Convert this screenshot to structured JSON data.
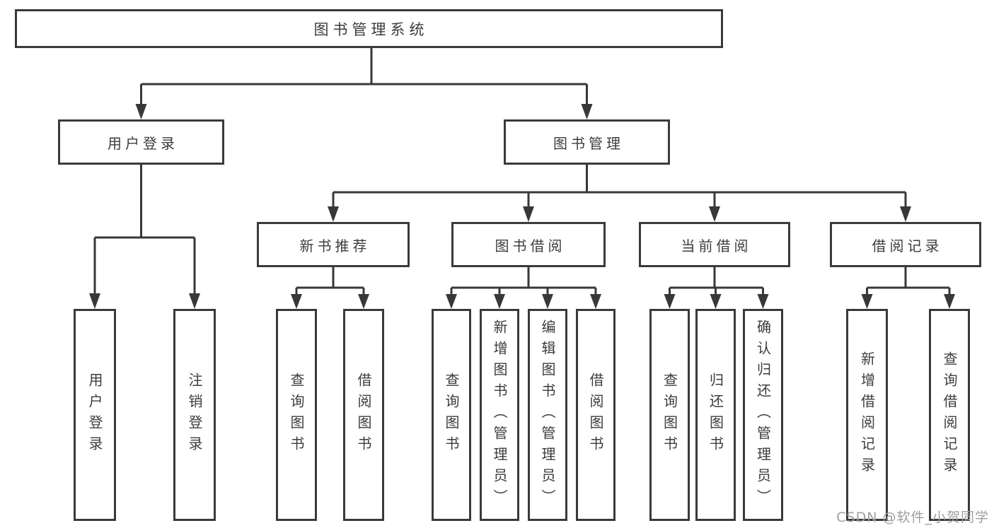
{
  "colors": {
    "background": "#ffffff",
    "line": "#383838",
    "box_border": "#3a3a3a",
    "text": "#3c3c3c",
    "watermark": "#9e9e9e"
  },
  "watermark": {
    "text": "CSDN @软件_小贺同学"
  },
  "nodes": {
    "root": {
      "label": "图书管理系统"
    },
    "level2": [
      {
        "label": "用户登录"
      },
      {
        "label": "图书管理"
      }
    ],
    "level3": [
      {
        "label": "新书推荐"
      },
      {
        "label": "图书借阅"
      },
      {
        "label": "当前借阅"
      },
      {
        "label": "借阅记录"
      }
    ],
    "leaves": [
      {
        "label": "用户登录"
      },
      {
        "label": "注销登录"
      },
      {
        "label": "查询图书"
      },
      {
        "label": "借阅图书"
      },
      {
        "label": "查询图书"
      },
      {
        "label": "新增图书（管理员）"
      },
      {
        "label": "编辑图书（管理员）"
      },
      {
        "label": "借阅图书"
      },
      {
        "label": "查询图书"
      },
      {
        "label": "归还图书"
      },
      {
        "label": "确认归还（管理员）"
      },
      {
        "label": "新增借阅记录"
      },
      {
        "label": "查询借阅记录"
      }
    ]
  }
}
